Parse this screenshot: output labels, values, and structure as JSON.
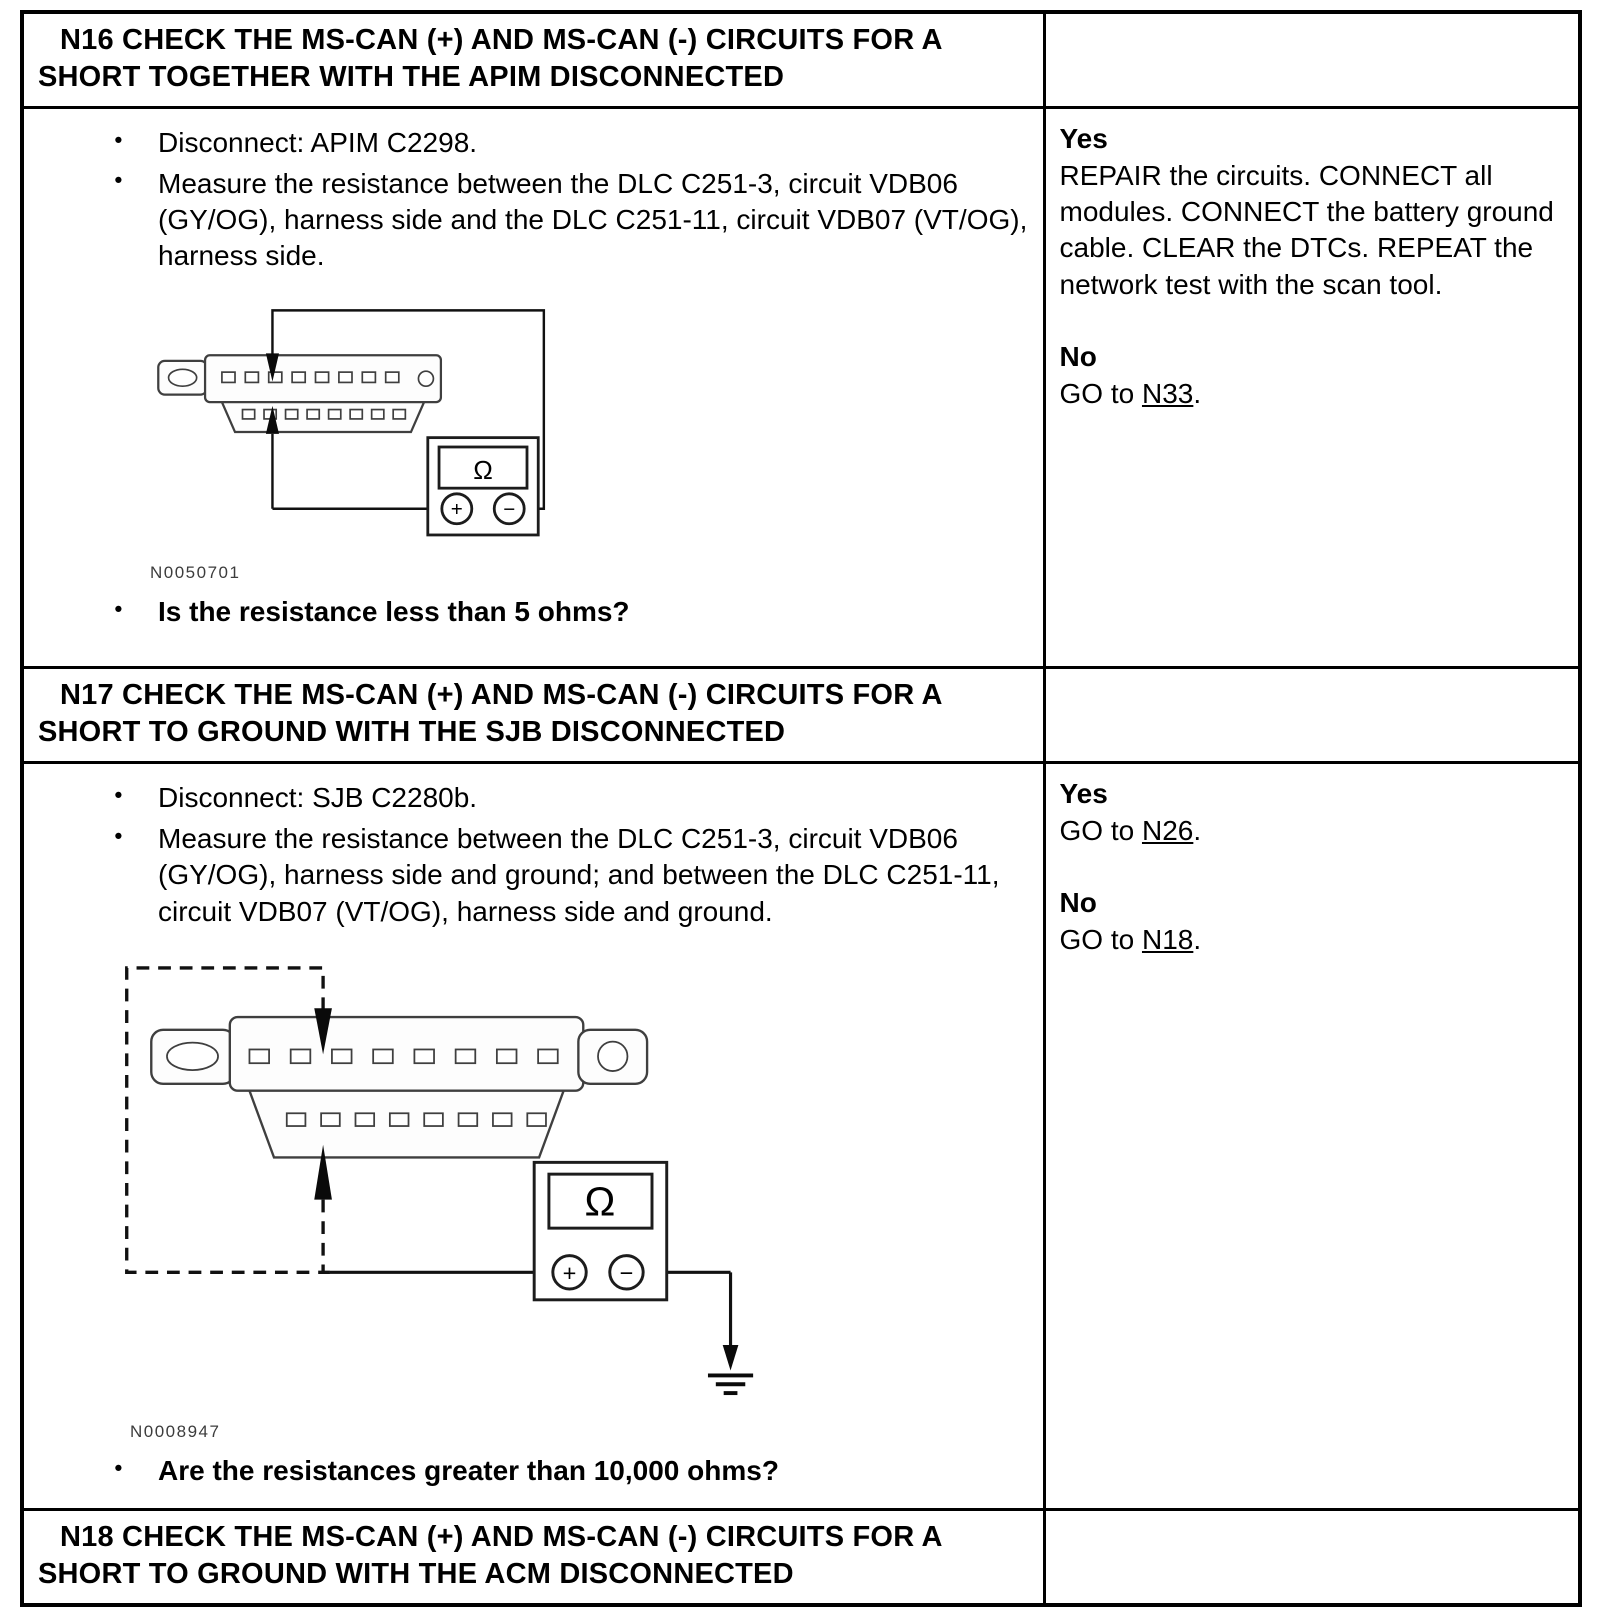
{
  "table": {
    "steps": [
      {
        "title": "N16 CHECK THE MS-CAN (+) AND MS-CAN (-) CIRCUITS FOR A SHORT TOGETHER WITH THE APIM DISCONNECTED",
        "bullets": [
          "Disconnect: APIM C2298.",
          "Measure the resistance between the DLC C251-3, circuit VDB06 (GY/OG), harness side and the DLC C251-11, circuit VDB07 (VT/OG), harness side."
        ],
        "figure_label": "N0050701",
        "question": "Is the resistance less than 5 ohms?",
        "yes_label": "Yes",
        "yes_text": "REPAIR the circuits. CONNECT all modules. CONNECT the battery ground cable. CLEAR the DTCs. REPEAT the network test with the scan tool.",
        "no_label": "No",
        "no_prefix": "GO to ",
        "no_link": "N33",
        "no_suffix": "."
      },
      {
        "title": "N17 CHECK THE MS-CAN (+) AND MS-CAN (-) CIRCUITS FOR A SHORT TO GROUND WITH THE SJB DISCONNECTED",
        "bullets": [
          "Disconnect: SJB C2280b.",
          "Measure the resistance between the DLC C251-3, circuit VDB06 (GY/OG), harness side and ground; and between the DLC C251-11, circuit VDB07 (VT/OG), harness side and ground."
        ],
        "figure_label": "N0008947",
        "question": "Are the resistances greater than 10,000 ohms?",
        "yes_label": "Yes",
        "yes_prefix": "GO to ",
        "yes_link": "N26",
        "yes_suffix": ".",
        "no_label": "No",
        "no_prefix": "GO to ",
        "no_link": "N18",
        "no_suffix": "."
      },
      {
        "title": "N18 CHECK THE MS-CAN (+) AND MS-CAN (-) CIRCUITS FOR A SHORT TO GROUND WITH THE ACM DISCONNECTED"
      }
    ]
  },
  "figures": {
    "ohm": "Ω",
    "plus": "+",
    "minus": "−"
  }
}
